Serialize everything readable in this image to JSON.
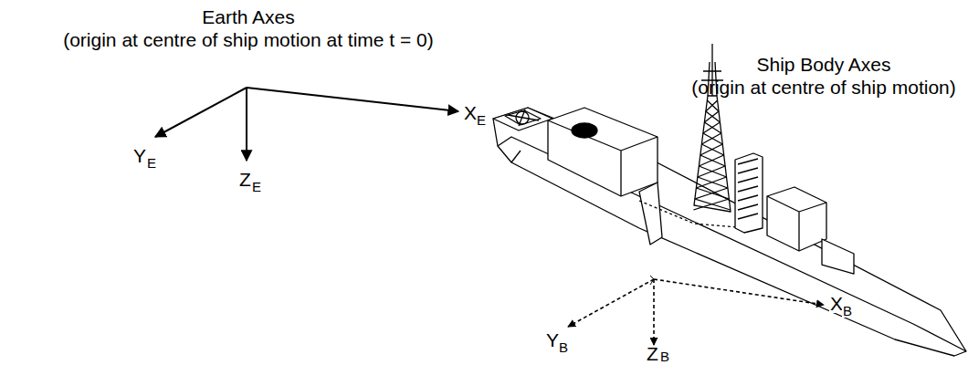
{
  "diagram": {
    "labels": [
      "Earth Axes",
      "(origin at centre of ship motion at time t = 0)",
      "Ship Body Axes",
      "(origin at centre of ship motion)",
      "Y",
      "E",
      "Z",
      "E",
      "X",
      "E",
      "Y",
      "B",
      "Z",
      "B",
      "X",
      "B"
    ]
  }
}
